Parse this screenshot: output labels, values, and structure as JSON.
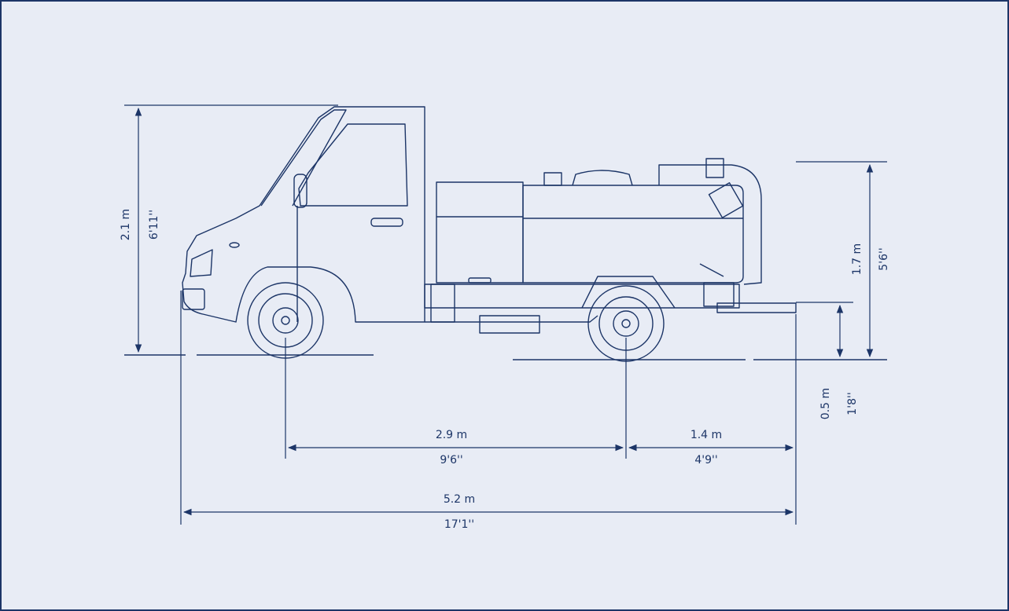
{
  "colors": {
    "line": "#1c3567",
    "background": "#e8ecf5"
  },
  "dimensions": {
    "height_overall_metric": "2.1 m",
    "height_overall_imperial": "6'11''",
    "height_rear_metric": "1.7 m",
    "height_rear_imperial": "5'6''",
    "hose_height_metric": "0.5 m",
    "hose_height_imperial": "1'8''",
    "wheelbase_metric": "2.9 m",
    "wheelbase_imperial": "9'6''",
    "rear_overhang_metric": "1.4 m",
    "rear_overhang_imperial": "4'9''",
    "length_metric": "5.2 m",
    "length_imperial": "17'1''"
  }
}
